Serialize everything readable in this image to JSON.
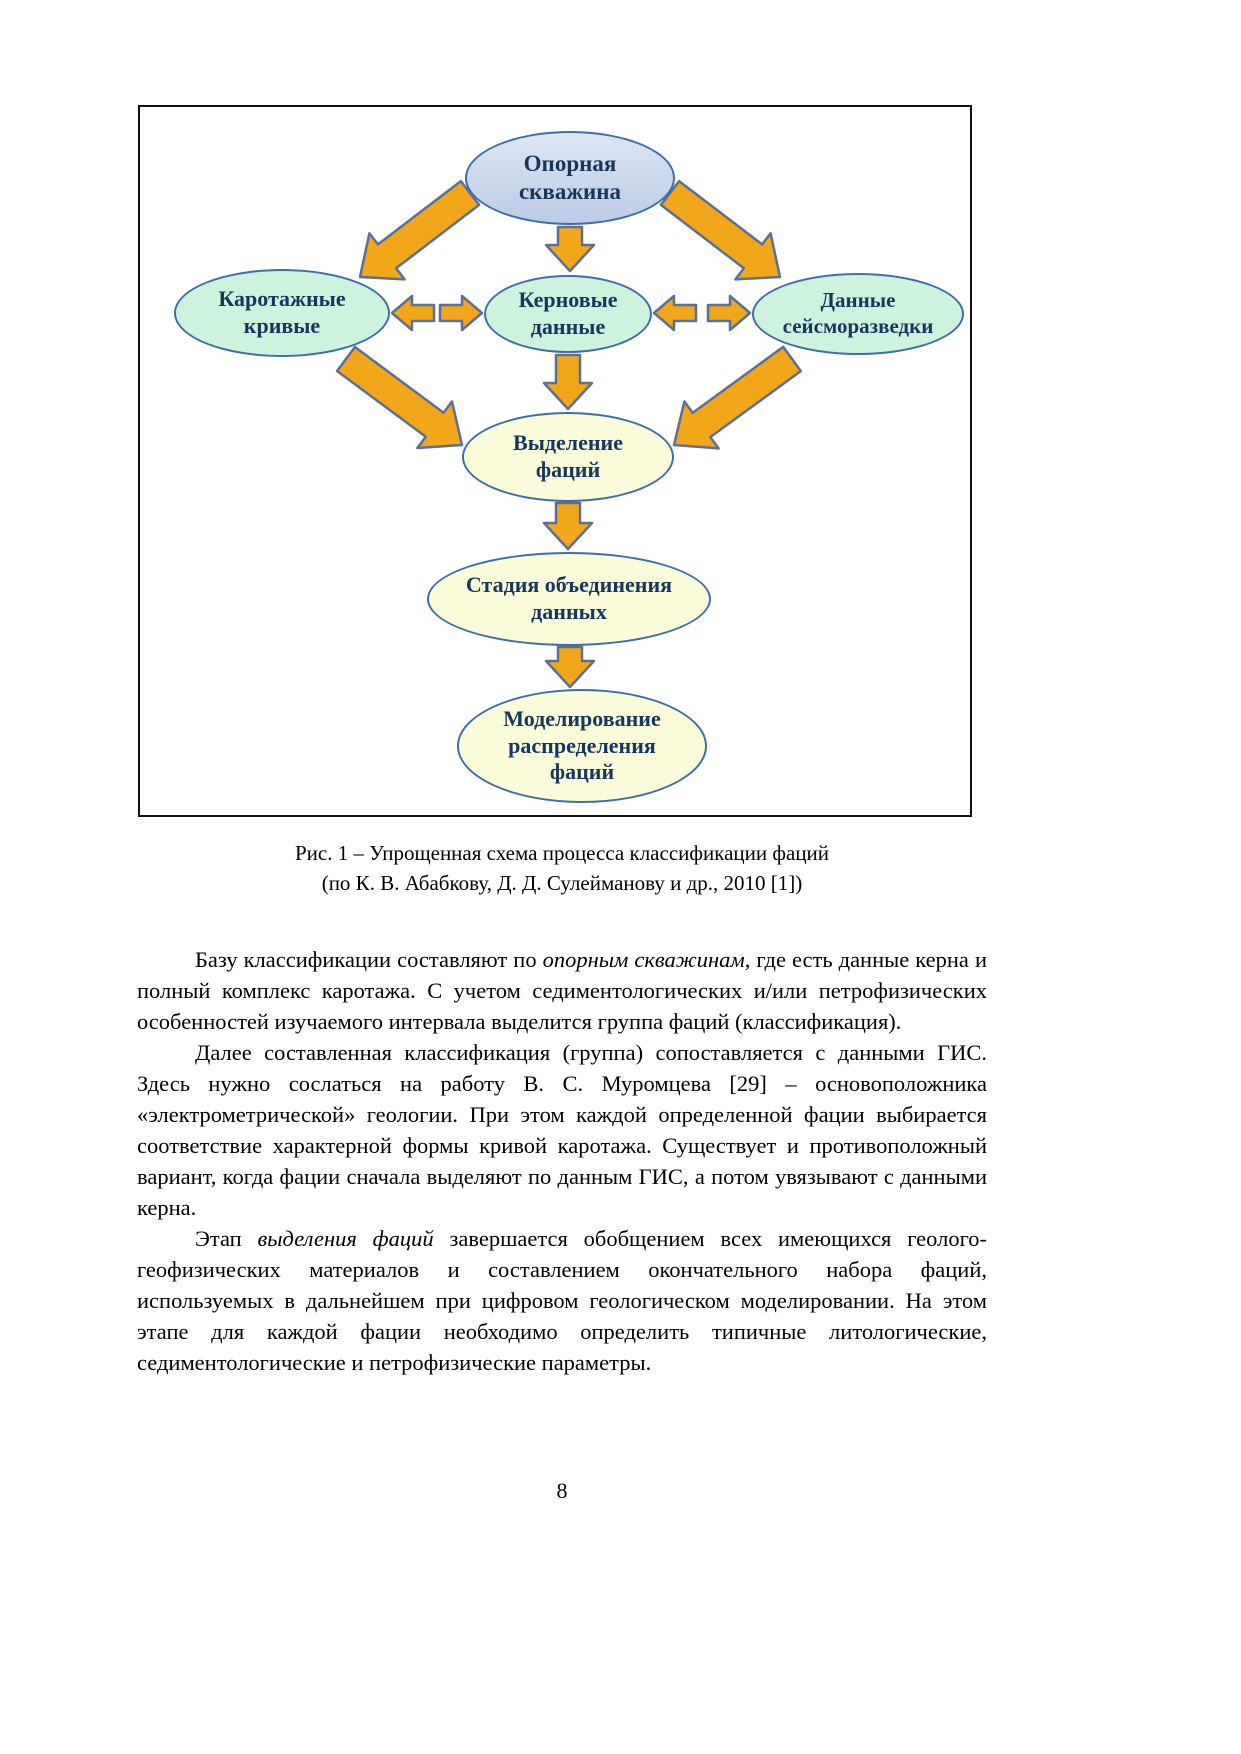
{
  "page": {
    "number": "8"
  },
  "figure": {
    "caption_line1": "Рис. 1 – Упрощенная схема процесса классификации фаций",
    "caption_line2": "(по К. В. Абабкову, Д. Д. Сулейманову и др., 2010 [1])"
  },
  "diagram": {
    "nodes": [
      {
        "id": "opornaya-skvazhina",
        "label": "Опорная\nскважина"
      },
      {
        "id": "karotazhnye-krivye",
        "label": "Каротажные\nкривые"
      },
      {
        "id": "kernovye-dannye",
        "label": "Керновые\nданные"
      },
      {
        "id": "dannye-seismorazvedki",
        "label": "Данные\nсейсморазведки"
      },
      {
        "id": "vydelenie-fatsiy",
        "label": "Выделение\nфаций"
      },
      {
        "id": "stadiya-obedineniya-dannykh",
        "label": "Стадия объединения\nданных"
      },
      {
        "id": "modelirovanie-raspredeleniya-fatsiy",
        "label": "Моделирование\nраспределения\nфаций"
      }
    ]
  },
  "colors": {
    "arrow-fill": "#F2A71B",
    "arrow-stroke": "#5B6E96",
    "node-stroke": "#3E6DA8",
    "node-text": "#17365D",
    "node-blue-top": "#DCE6F4",
    "node-blue-bottom": "#BCCCE6",
    "node-mint": "#CDF2DD",
    "node-yellow": "#FBFCD9",
    "figure-border": "#111111",
    "text": "#000000"
  },
  "body": {
    "paragraphs": [
      {
        "runs": [
          {
            "text": "Базу классификации составляют по "
          },
          {
            "text": "опорным скважинам",
            "italic": true
          },
          {
            "text": ", где есть данные керна и полный комплекс каротажа. С учетом седиментологических и/или петрофизических особенностей изучаемого интервала выделится группа фаций (классификация)."
          }
        ]
      },
      {
        "runs": [
          {
            "text": "Далее составленная классификация (группа) сопоставляется с данными ГИС. Здесь нужно сослаться на работу В. С. Муромцева [29] – основоположника «электрометрической» геологии. При этом каждой определенной фации выбирается соответствие характерной формы кривой каротажа. Существует и противоположный вариант, когда фации сначала выделяют по данным ГИС, а потом увязывают с данными керна."
          }
        ]
      },
      {
        "runs": [
          {
            "text": "Этап "
          },
          {
            "text": "выделения фаций",
            "italic": true
          },
          {
            "text": " завершается обобщением всех имеющихся геолого-геофизических материалов и составлением окончательного набора фаций, используемых в дальнейшем при цифровом геологическом моделировании. На этом этапе для каждой фации необходимо определить типичные литологические, седиментологические и петрофизические параметры."
          }
        ]
      }
    ]
  }
}
